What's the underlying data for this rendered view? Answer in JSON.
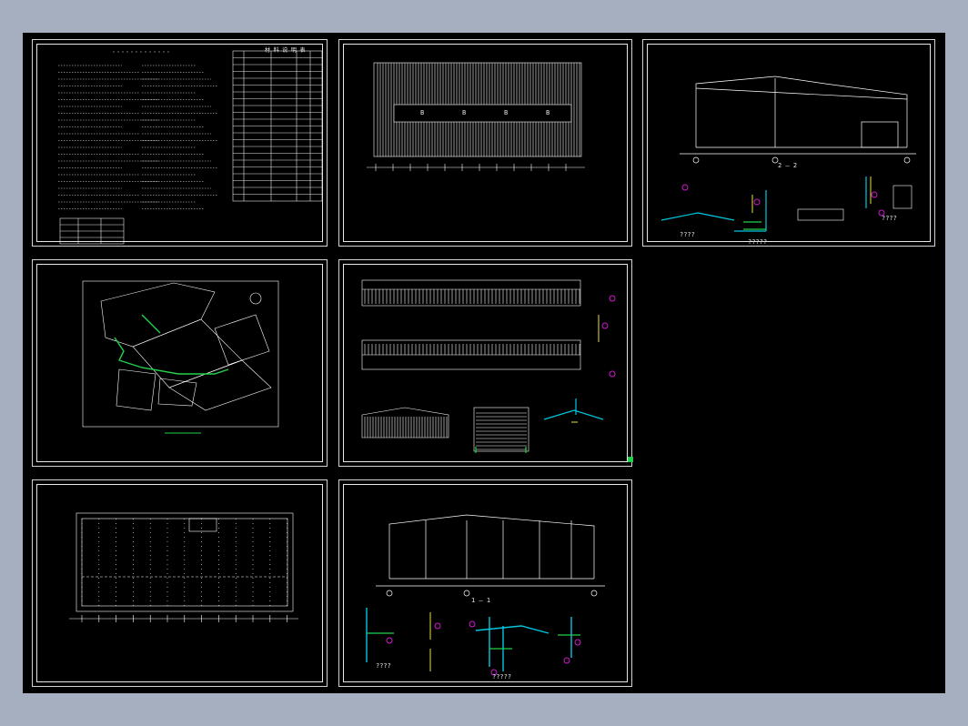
{
  "drawing": {
    "background_color": "#000000",
    "viewport_bg": "#a5afbf",
    "frame_color": "#cfd3d8",
    "line_color": "#ffffff",
    "accent_colors": {
      "cyan": "#00c8e0",
      "green": "#22d04a",
      "magenta": "#d21ad2",
      "yellow": "#e8e040"
    }
  },
  "sheets": {
    "roof_plan": {
      "section_labels": [
        "B",
        "B",
        "B",
        "B"
      ]
    },
    "section_a": {
      "label": "2 — 2",
      "detail_captions": [
        "????",
        "?????",
        "????"
      ]
    },
    "section_b": {
      "label": "1 — 1",
      "detail_captions": [
        "????",
        "?????"
      ]
    }
  },
  "notes_table": {
    "title": "材 料 说 明 表"
  },
  "snap_marker": {
    "color": "#22d04a"
  }
}
